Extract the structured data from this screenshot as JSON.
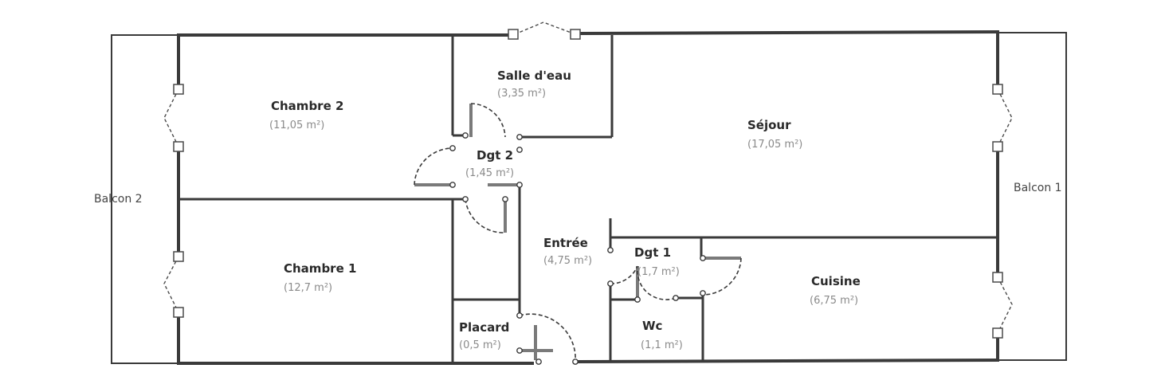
{
  "floor_plan": {
    "rooms": [
      {
        "id": "chambre-2",
        "name": "Chambre 2",
        "area": "(11,05 m²)"
      },
      {
        "id": "salle-deau",
        "name": "Salle d'eau",
        "area": "(3,35 m²)"
      },
      {
        "id": "sejour",
        "name": "Séjour",
        "area": "(17,05 m²)"
      },
      {
        "id": "dgt-2",
        "name": "Dgt 2",
        "area": "(1,45 m²)"
      },
      {
        "id": "chambre-1",
        "name": "Chambre 1",
        "area": "(12,7 m²)"
      },
      {
        "id": "entree",
        "name": "Entrée",
        "area": "(4,75 m²)"
      },
      {
        "id": "dgt-1",
        "name": "Dgt 1",
        "area": "(1,7 m²)"
      },
      {
        "id": "cuisine",
        "name": "Cuisine",
        "area": "(6,75 m²)"
      },
      {
        "id": "placard",
        "name": "Placard",
        "area": "(0,5 m²)"
      },
      {
        "id": "wc",
        "name": "Wc",
        "area": "(1,1 m²)"
      }
    ],
    "balconies": [
      {
        "id": "balcon-2",
        "name": "Balcon 2"
      },
      {
        "id": "balcon-1",
        "name": "Balcon 1"
      }
    ],
    "colors": {
      "wall": "#3a3a3a",
      "wall_light": "#8c8c8c",
      "window_fill": "#ffffff",
      "window_stroke": "#4a4a4a",
      "door_swing": "#3a3a3a",
      "room_name": "#2a2a2a",
      "room_area": "#8a8a8a"
    }
  }
}
